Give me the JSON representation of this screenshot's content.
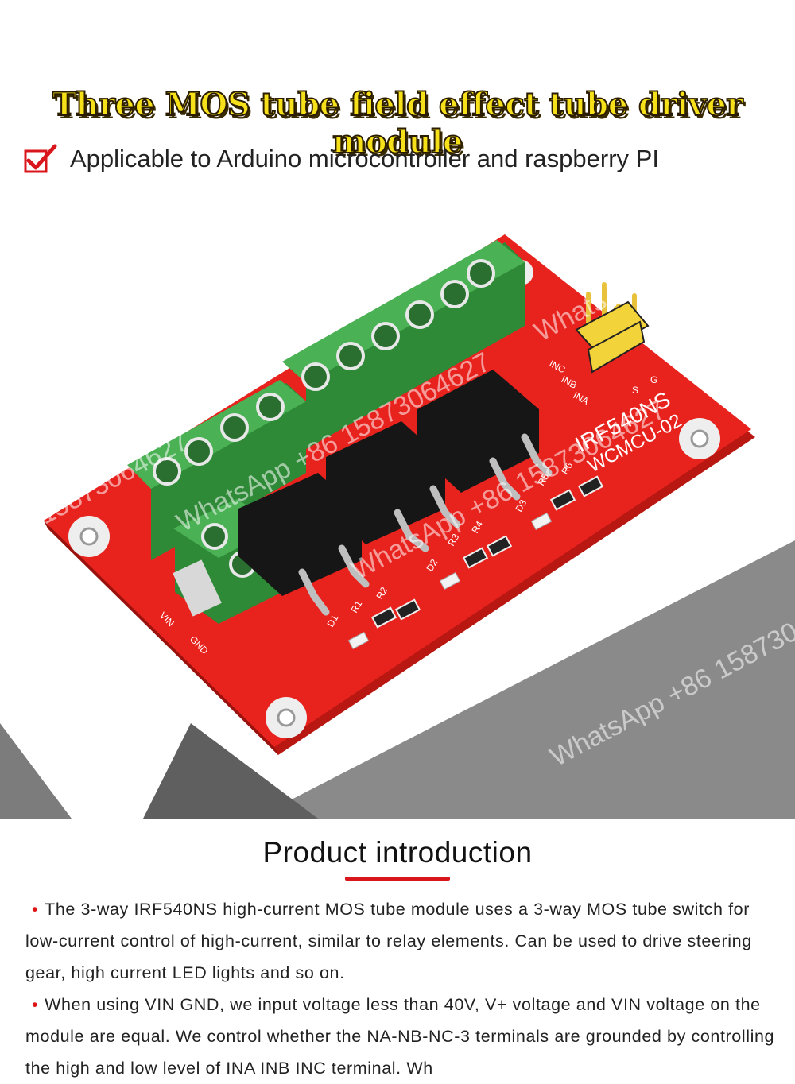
{
  "header": {
    "title": "Three MOS tube field effect tube driver module",
    "bullet": "Applicable to Arduino microcontroller and raspberry PI"
  },
  "product_image": {
    "board_labels": {
      "chip_label": "IRF540NS",
      "model_label": "WCMCU-02",
      "pin_inc": "INC",
      "pin_inb": "INB",
      "pin_ina": "INA",
      "pin_s": "S",
      "pin_g": "G",
      "vin": "VIN",
      "gnd": "GND",
      "r1": "R1",
      "r2": "R2",
      "r3": "R3",
      "r4": "R4",
      "r5": "R5",
      "r6": "R6",
      "d1": "D1",
      "d2": "D2",
      "d3": "D3"
    },
    "watermark": "WhatsApp +86 15873064627",
    "colors": {
      "board": "#e8231e",
      "terminal": "#3fa44a",
      "mosfet": "#1a1a1a",
      "header_pins": "#f2d33a"
    }
  },
  "intro": {
    "title": "Product introduction",
    "paragraphs": [
      "The 3-way IRF540NS high-current MOS tube module uses a 3-way MOS tube switch for low-current control of high-current, similar to relay elements. Can be used to drive steering gear, high current LED lights and so on.",
      "When using VIN GND, we input voltage less than 40V, V+ voltage and VIN voltage on the module are equal. We control whether the NA-NB-NC-3 terminals are grounded by controlling the high and low level of INA INB INC terminal. Wh"
    ],
    "accent_color": "#d9161c"
  }
}
